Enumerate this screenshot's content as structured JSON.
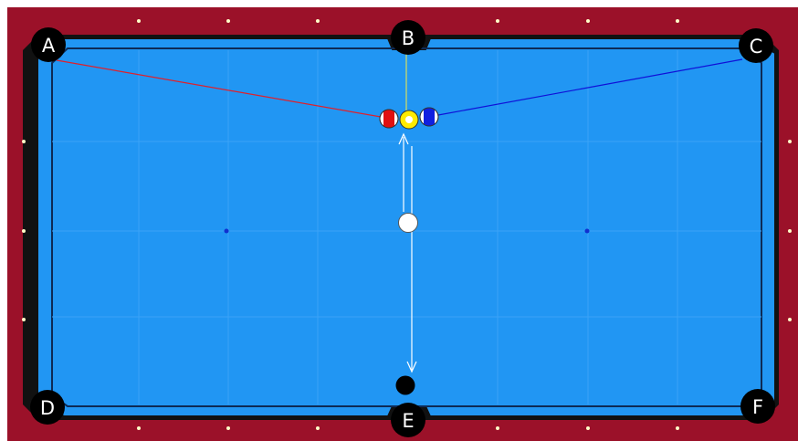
{
  "table": {
    "rail_color": "#9b1129",
    "cushion_color": "#1f92f0",
    "cloth_color": "#2196f3",
    "grid_line_color": "#3aa3f7",
    "diamond_color": "#ffffc8",
    "rail_border_color": "#1a1a1a"
  },
  "pockets": [
    {
      "id": "A",
      "label": "A"
    },
    {
      "id": "B",
      "label": "B"
    },
    {
      "id": "C",
      "label": "C"
    },
    {
      "id": "D",
      "label": "D"
    },
    {
      "id": "E",
      "label": "E"
    },
    {
      "id": "F",
      "label": "F"
    }
  ],
  "balls": {
    "cue": {
      "color": "#ffffff"
    },
    "object_red": {
      "color": "#e01010",
      "stripe": true
    },
    "object_yellow": {
      "color": "#ffeb00",
      "stripe": false
    },
    "object_blue": {
      "color": "#1020e0",
      "stripe": true
    },
    "eight": {
      "color": "#000000"
    }
  },
  "shot_lines": {
    "to_pocket_a": {
      "color": "#e0202a"
    },
    "to_pocket_b": {
      "color": "#d8e060"
    },
    "to_pocket_c": {
      "color": "#1010d8"
    },
    "cue_path": {
      "color": "#ffffff"
    }
  }
}
